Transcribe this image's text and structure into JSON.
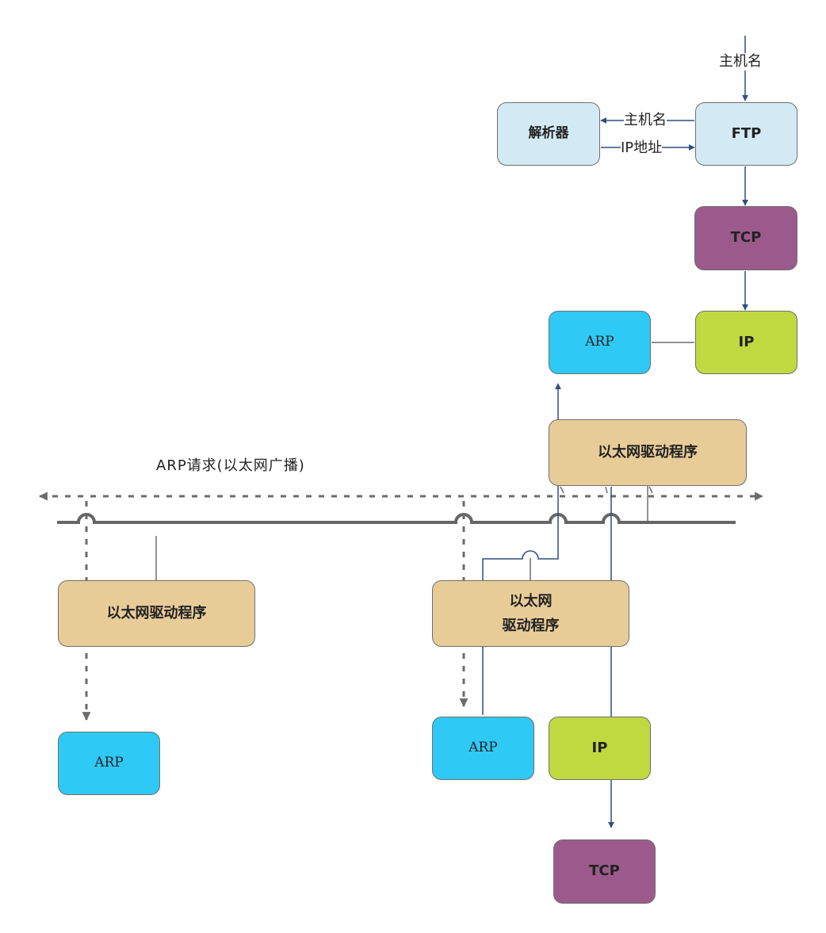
{
  "nodes": {
    "resolver": "解析器",
    "ftp": "FTP",
    "tcp_top": "TCP",
    "arp_top": "ARP",
    "ip_top": "IP",
    "eth_driver_top": "以太网驱动程序",
    "eth_driver_left": "以太网驱动程序",
    "eth_driver_right_line1": "以太网",
    "eth_driver_right_line2": "驱动程序",
    "arp_left": "ARP",
    "arp_right": "ARP",
    "ip_bottom": "IP",
    "tcp_bottom": "TCP"
  },
  "labels": {
    "hostname_in": "主机名",
    "hostname_query": "主机名",
    "ip_address": "IP地址",
    "arp_request": "ARP请求(以太网广播)"
  },
  "colors": {
    "light_blue": "#d3eaf5",
    "purple": "#9c5a8c",
    "green": "#c1d940",
    "cyan": "#2ec9f5",
    "tan": "#e8cc98",
    "arrow_blue": "#2e4f82",
    "bus_gray": "#666666"
  }
}
